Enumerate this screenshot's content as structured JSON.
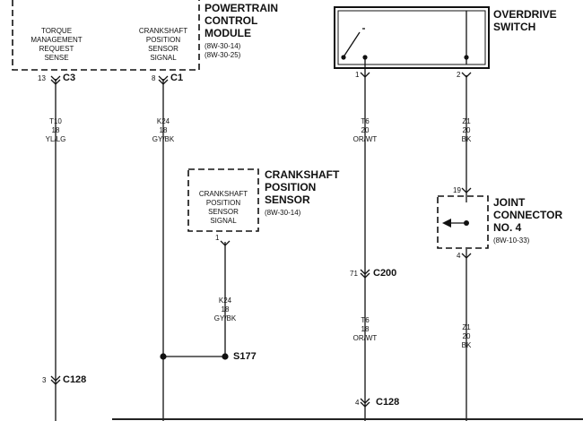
{
  "pcm": {
    "title_lines": [
      "POWERTRAIN",
      "CONTROL",
      "MODULE"
    ],
    "refs": [
      "(8W-30-14)",
      "(8W-30-25)"
    ],
    "sense_lines": [
      "TORQUE",
      "MANAGEMENT",
      "REQUEST",
      "SENSE"
    ],
    "ckp_signal_lines": [
      "CRANKSHAFT",
      "POSITION",
      "SENSOR",
      "SIGNAL"
    ]
  },
  "overdrive_switch": {
    "title_lines": [
      "OVERDRIVE",
      "SWITCH"
    ]
  },
  "ckp_sensor": {
    "title_lines": [
      "CRANKSHAFT",
      "POSITION",
      "SENSOR"
    ],
    "ref": "(8W-30-14)",
    "inner_lines": [
      "CRANKSHAFT",
      "POSITION",
      "SENSOR",
      "SIGNAL"
    ]
  },
  "joint_connector": {
    "title_lines": [
      "JOINT",
      "CONNECTOR",
      "NO. 4"
    ],
    "ref": "(8W-10-33)"
  },
  "connectors": [
    {
      "id": "c3-top",
      "pin": "13",
      "name": "C3"
    },
    {
      "id": "c1-top",
      "pin": "8",
      "name": "C1"
    },
    {
      "id": "ods-pin1",
      "pin": "1",
      "name": ""
    },
    {
      "id": "ods-pin2",
      "pin": "2",
      "name": ""
    },
    {
      "id": "ckp-pin1",
      "pin": "1",
      "name": ""
    },
    {
      "id": "jc-pin19",
      "pin": "19",
      "name": ""
    },
    {
      "id": "jc-pin4",
      "pin": "4",
      "name": ""
    },
    {
      "id": "c200",
      "pin": "71",
      "name": "C200"
    },
    {
      "id": "c128-left",
      "pin": "3",
      "name": "C128"
    },
    {
      "id": "c128-right",
      "pin": "4",
      "name": "C128"
    }
  ],
  "splice": {
    "name": "S177"
  },
  "wires": [
    {
      "id": "wire-t10",
      "code": "T10",
      "gauge": "18",
      "color": "YL/LG"
    },
    {
      "id": "wire-k24-upper",
      "code": "K24",
      "gauge": "18",
      "color": "GY/BK"
    },
    {
      "id": "wire-t6-upper",
      "code": "T6",
      "gauge": "20",
      "color": "OR/WT"
    },
    {
      "id": "wire-z1-upper",
      "code": "Z1",
      "gauge": "20",
      "color": "BK"
    },
    {
      "id": "wire-k24-lower",
      "code": "K24",
      "gauge": "18",
      "color": "GY/BK"
    },
    {
      "id": "wire-t6-lower",
      "code": "T6",
      "gauge": "18",
      "color": "OR/WT"
    },
    {
      "id": "wire-z1-lower",
      "code": "Z1",
      "gauge": "20",
      "color": "BK"
    }
  ],
  "colors": {
    "ink": "#111111",
    "background": "#ffffff"
  }
}
